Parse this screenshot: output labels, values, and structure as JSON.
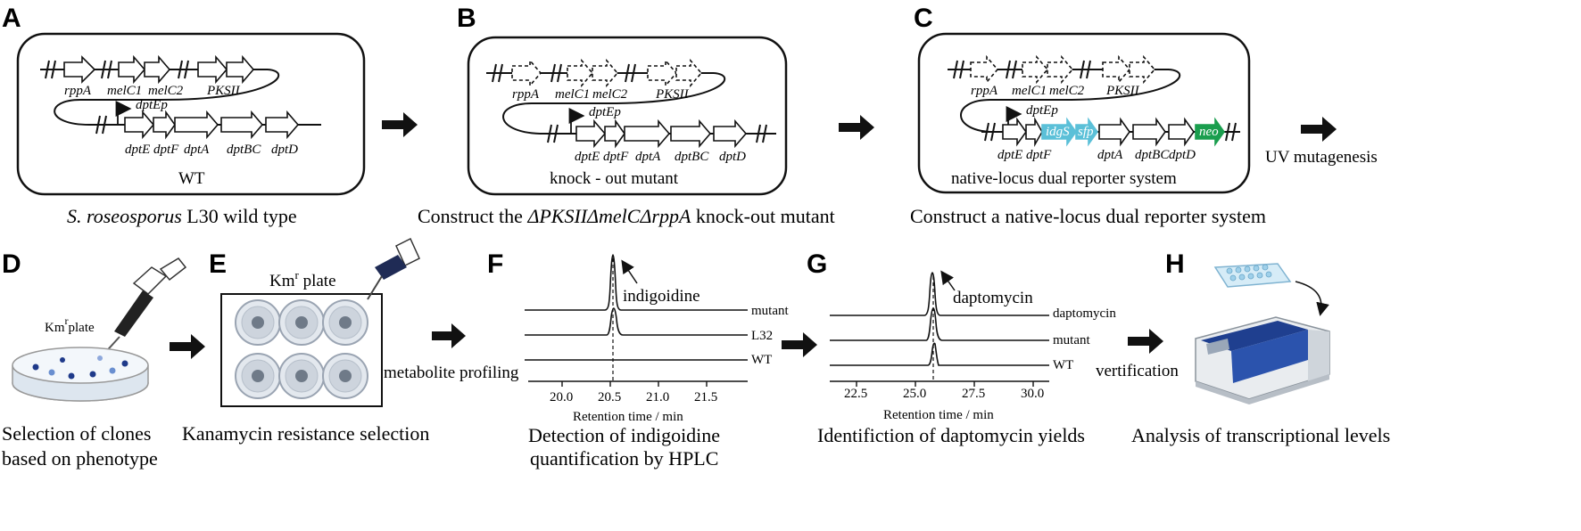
{
  "panels": {
    "A": {
      "letter": "A",
      "genes_top": [
        "rppA",
        "melC1",
        "melC2",
        "PKSII"
      ],
      "promoter": "dptEp",
      "genes_bottom": [
        "dptE",
        "dptF",
        "dptA",
        "dptBC",
        "dptD"
      ],
      "box_label": "WT",
      "caption_italic": "S. roseosporus",
      "caption_rest": " L30 wild type"
    },
    "B": {
      "letter": "B",
      "genes_top": [
        "rppA",
        "melC1",
        "melC2",
        "PKSII"
      ],
      "promoter": "dptEp",
      "genes_bottom": [
        "dptE",
        "dptF",
        "dptA",
        "dptBC",
        "dptD"
      ],
      "box_label": "knock - out mutant",
      "caption_pre": "Construct the ",
      "caption_italic": "ΔPKSIIΔmelCΔrppA",
      "caption_post": " knock-out mutant"
    },
    "C": {
      "letter": "C",
      "genes_top": [
        "rppA",
        "melC1",
        "melC2",
        "PKSII"
      ],
      "promoter": "dptEp",
      "genes_bottom": [
        "dptE",
        "dptF",
        "dptA",
        "dptBC",
        "dptD"
      ],
      "reporters": [
        "idgS",
        "sfp",
        "neo"
      ],
      "box_label": "native-locus dual reporter system",
      "caption": "Construct a  native-locus dual reporter system",
      "arrow_label": "UV mutagenesis"
    },
    "D": {
      "letter": "D",
      "plate_label_main": "Km",
      "plate_label_sup": "r",
      "plate_label_rest": "plate",
      "caption_line1": "Selection of clones",
      "caption_line2": "based on phenotype"
    },
    "E": {
      "letter": "E",
      "plate_label_main": "Km",
      "plate_label_sup": "r",
      "plate_label_rest": " plate",
      "caption": "Kanamycin resistance selection",
      "arrow_label": "metabolite profiling"
    },
    "F": {
      "letter": "F",
      "annotation": "indigoidine",
      "traces": [
        "mutant",
        "L32",
        "WT"
      ],
      "ticks": [
        "20.0",
        "20.5",
        "21.0",
        "21.5"
      ],
      "xlabel": "Retention time / min",
      "caption_line1": "Detection of indigoidine",
      "caption_line2": "quantification by HPLC"
    },
    "G": {
      "letter": "G",
      "annotation": "daptomycin",
      "traces": [
        "daptomycin",
        "mutant",
        "WT"
      ],
      "ticks": [
        "22.5",
        "25.0",
        "27.5",
        "30.0"
      ],
      "xlabel": "Retention time / min",
      "caption": "Identifiction of daptomycin yields",
      "arrow_label": "vertification"
    },
    "H": {
      "letter": "H",
      "caption": "Analysis of transcriptional levels"
    }
  },
  "colors": {
    "reporter_blue": "#5bc0d8",
    "neo_green": "#1a9e4e",
    "instrument_blue": "#1f3f8f",
    "plate_blue": "#2a4a9a"
  }
}
